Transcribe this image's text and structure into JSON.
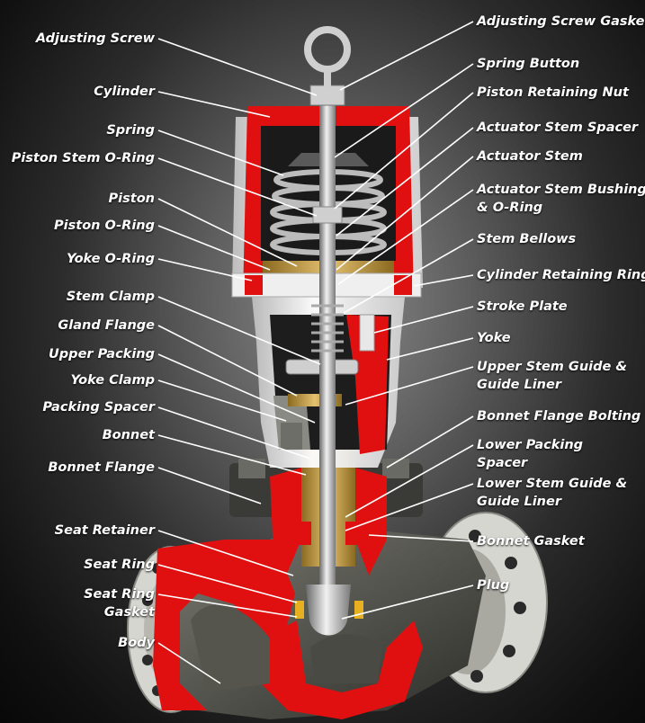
{
  "labels_left": [
    {
      "id": "adjusting-screw",
      "text": "Adjusting Screw"
    },
    {
      "id": "cylinder",
      "text": "Cylinder"
    },
    {
      "id": "spring",
      "text": "Spring"
    },
    {
      "id": "piston-stem-o-ring",
      "text": "Piston Stem O-Ring"
    },
    {
      "id": "piston",
      "text": "Piston"
    },
    {
      "id": "piston-o-ring",
      "text": "Piston O-Ring"
    },
    {
      "id": "yoke-o-ring",
      "text": "Yoke O-Ring"
    },
    {
      "id": "stem-clamp",
      "text": "Stem Clamp"
    },
    {
      "id": "gland-flange",
      "text": "Gland Flange"
    },
    {
      "id": "upper-packing",
      "text": "Upper Packing"
    },
    {
      "id": "yoke-clamp",
      "text": "Yoke Clamp"
    },
    {
      "id": "packing-spacer",
      "text": "Packing Spacer"
    },
    {
      "id": "bonnet",
      "text": "Bonnet"
    },
    {
      "id": "bonnet-flange",
      "text": "Bonnet Flange"
    },
    {
      "id": "seat-retainer",
      "text": "Seat Retainer"
    },
    {
      "id": "seat-ring",
      "text": "Seat Ring"
    },
    {
      "id": "seat-ring-gasket",
      "text": "Seat Ring\nGasket"
    },
    {
      "id": "body",
      "text": "Body"
    }
  ],
  "labels_right": [
    {
      "id": "adjusting-screw-gasket",
      "text": "Adjusting Screw Gasket"
    },
    {
      "id": "spring-button",
      "text": "Spring Button"
    },
    {
      "id": "piston-retaining-nut",
      "text": "Piston Retaining Nut"
    },
    {
      "id": "actuator-stem-spacer",
      "text": "Actuator Stem Spacer"
    },
    {
      "id": "actuator-stem",
      "text": "Actuator Stem"
    },
    {
      "id": "actuator-stem-bushing",
      "text": "Actuator Stem Bushing\n& O-Ring"
    },
    {
      "id": "stem-bellows",
      "text": "Stem Bellows"
    },
    {
      "id": "cylinder-retaining-ring",
      "text": "Cylinder Retaining Ring"
    },
    {
      "id": "stroke-plate",
      "text": "Stroke Plate"
    },
    {
      "id": "yoke",
      "text": "Yoke"
    },
    {
      "id": "upper-stem-guide",
      "text": "Upper Stem Guide &\nGuide Liner"
    },
    {
      "id": "bonnet-flange-bolting",
      "text": "Bonnet Flange Bolting"
    },
    {
      "id": "lower-packing-spacer",
      "text": "Lower Packing\nSpacer"
    },
    {
      "id": "lower-stem-guide",
      "text": "Lower Stem Guide &\nGuide Liner"
    },
    {
      "id": "bonnet-gasket",
      "text": "Bonnet Gasket"
    },
    {
      "id": "plug",
      "text": "Plug"
    }
  ],
  "colors": {
    "section_red": "#e01010",
    "metal_dark": "#3c3c3c",
    "metal_light": "#d8d8d8",
    "brass": "#c8a040",
    "leader": "#ffffff",
    "text": "#ffffff"
  }
}
